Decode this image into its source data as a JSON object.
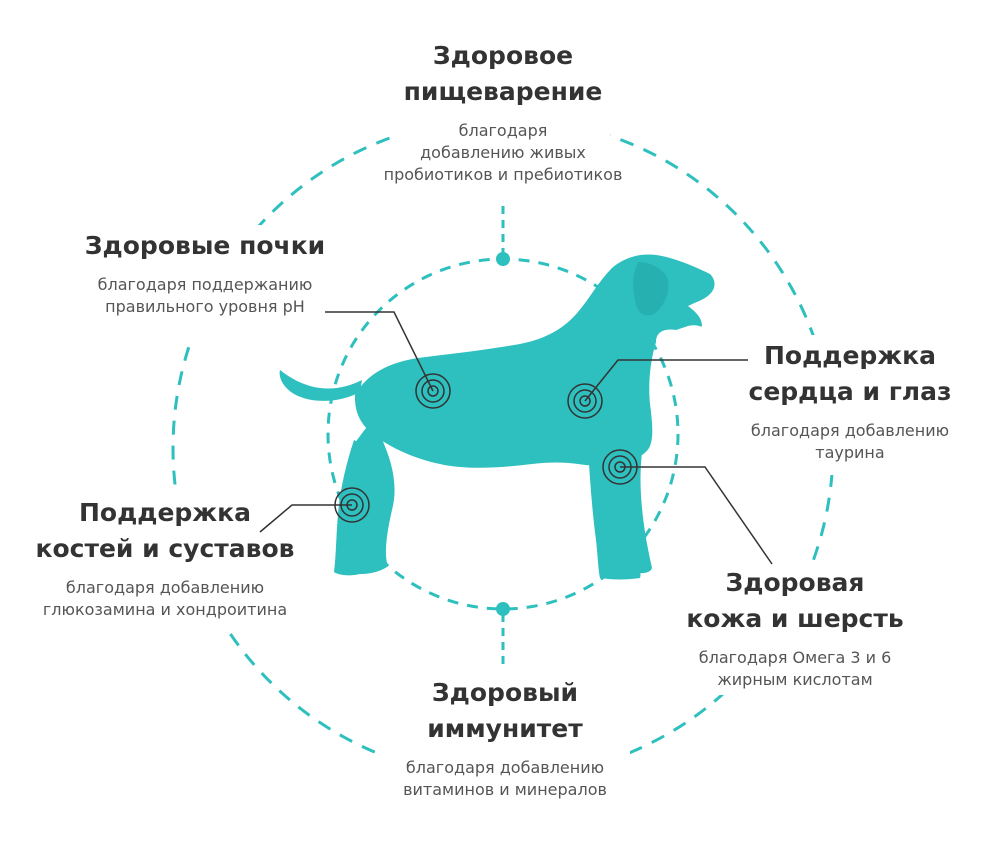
{
  "colors": {
    "accent": "#2ebfbf",
    "title_text": "#333333",
    "desc_text": "#555555",
    "pointer": "#333333"
  },
  "center_image": {
    "icon": "dog-silhouette-icon"
  },
  "benefits": {
    "digestion": {
      "title": [
        "Здоровое",
        "пищеварение"
      ],
      "desc": [
        "благодаря",
        "добавлению живых",
        "пробиотиков и пребиотиков"
      ]
    },
    "kidneys": {
      "title": [
        "Здоровые почки"
      ],
      "desc": [
        "благодаря поддержанию",
        "правильного уровня pH"
      ]
    },
    "heart_eyes": {
      "title": [
        "Поддержка",
        "сердца и глаз"
      ],
      "desc": [
        "благодаря добавлению",
        "таурина"
      ]
    },
    "bones_joints": {
      "title": [
        "Поддержка",
        "костей и суставов"
      ],
      "desc": [
        "благодаря добавлению",
        "глюкозамина и хондроитина"
      ]
    },
    "skin_coat": {
      "title": [
        "Здоровая",
        "кожа и шерсть"
      ],
      "desc": [
        "благодаря Омега 3 и 6",
        "жирным кислотам"
      ]
    },
    "immunity": {
      "title": [
        "Здоровый",
        "иммунитет"
      ],
      "desc": [
        "благодаря добавлению",
        "витаминов и минералов"
      ]
    }
  }
}
